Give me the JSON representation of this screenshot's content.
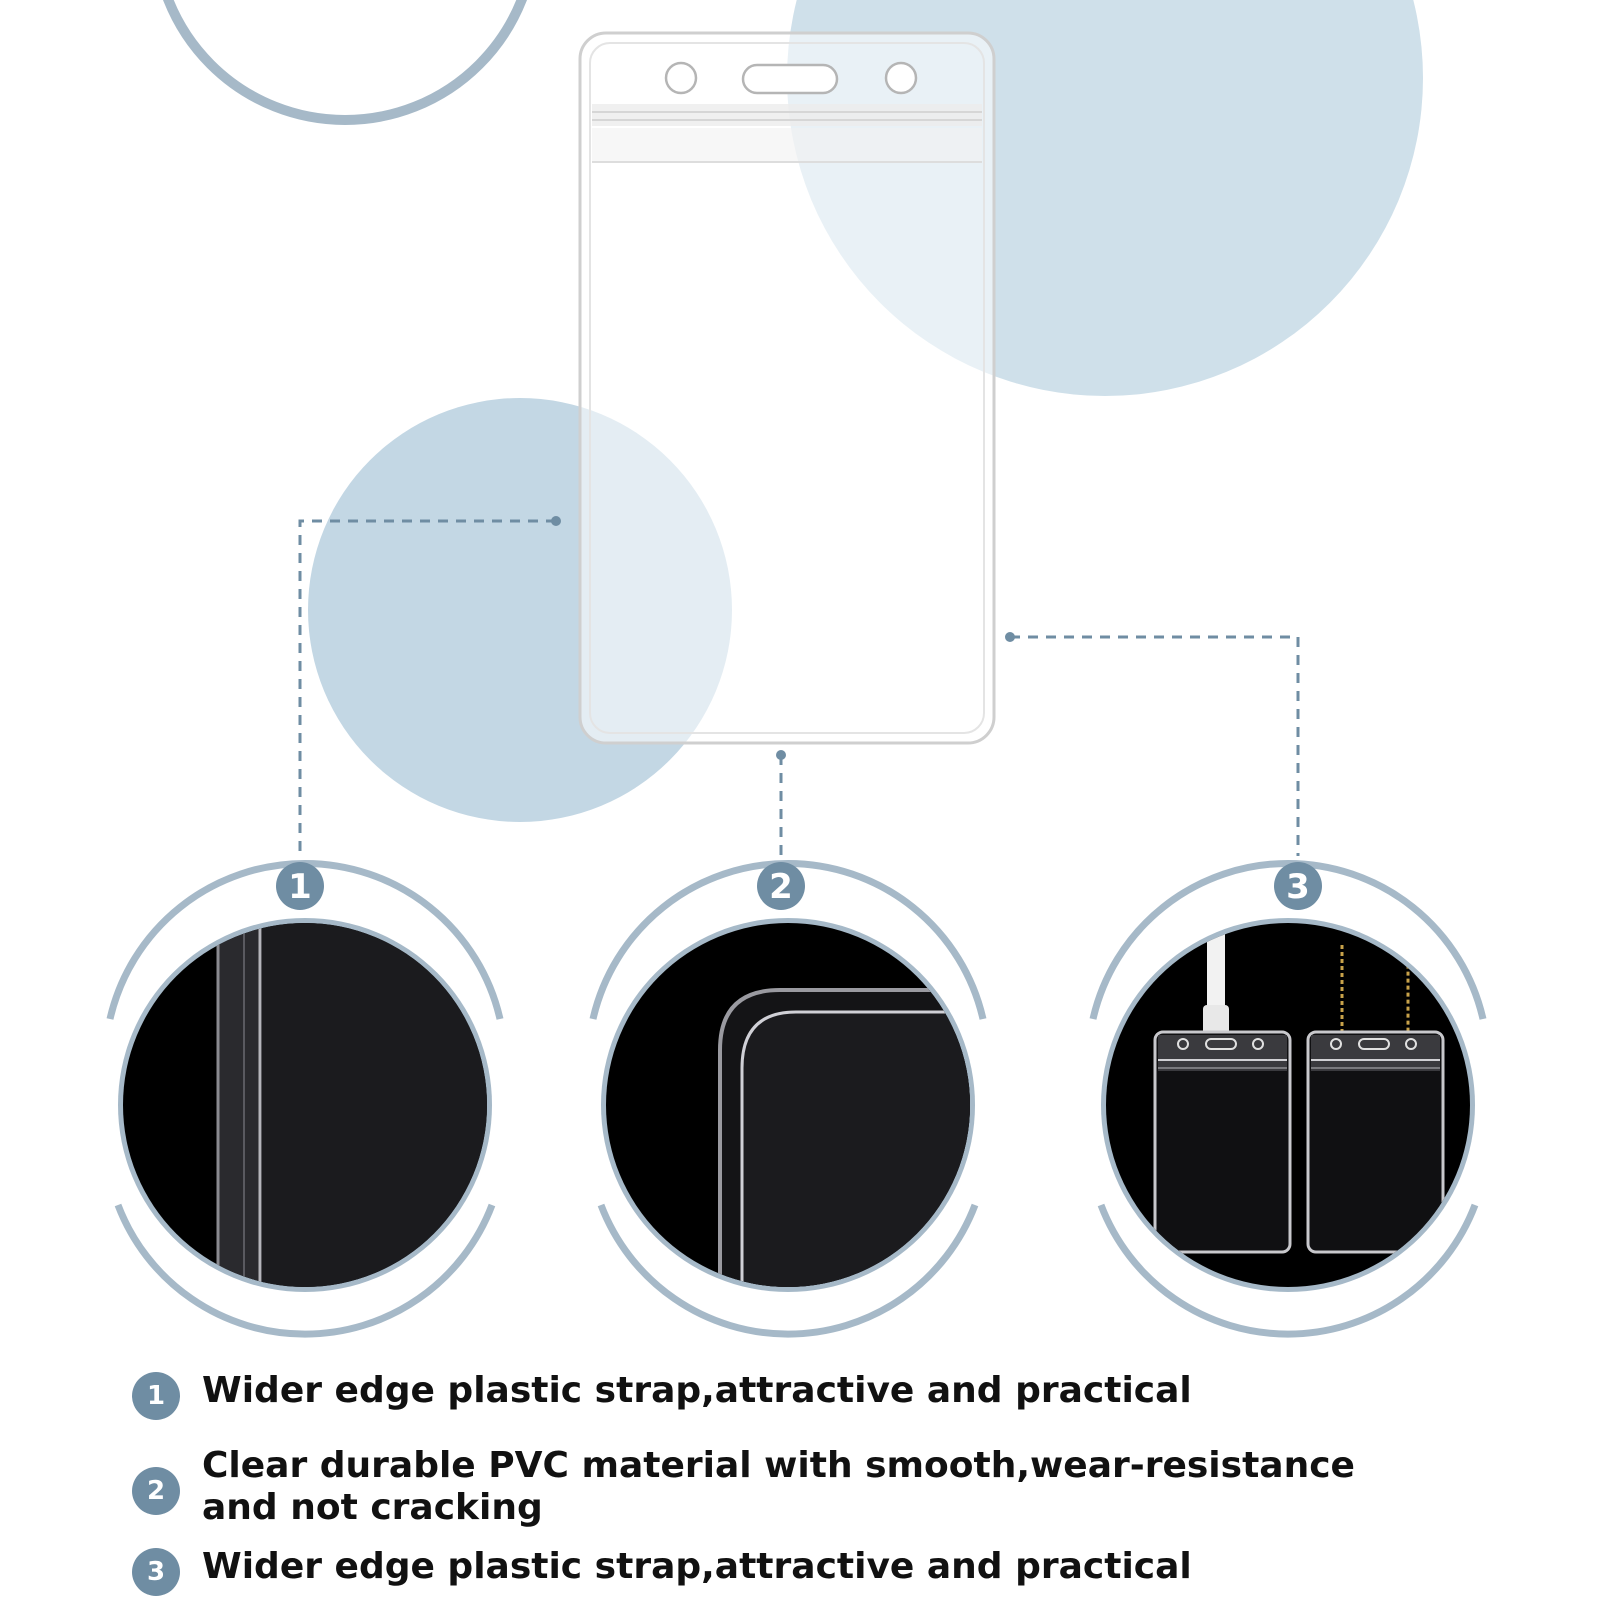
{
  "colors": {
    "background": "#ffffff",
    "accent": "#6f8da3",
    "ring": "#a6b9c8",
    "bubble_light": "#cfe0ea",
    "bubble_mid": "#c3d7e4",
    "text": "#111111"
  },
  "markers": [
    {
      "number": "1"
    },
    {
      "number": "2"
    },
    {
      "number": "3"
    }
  ],
  "features": [
    {
      "number": "1",
      "text": "Wider edge plastic strap,attractive and practical"
    },
    {
      "number": "2",
      "text": "Clear durable PVC material with smooth,wear-resistance and not cracking"
    },
    {
      "number": "3",
      "text": "Wider edge plastic strap,attractive and practical"
    }
  ]
}
